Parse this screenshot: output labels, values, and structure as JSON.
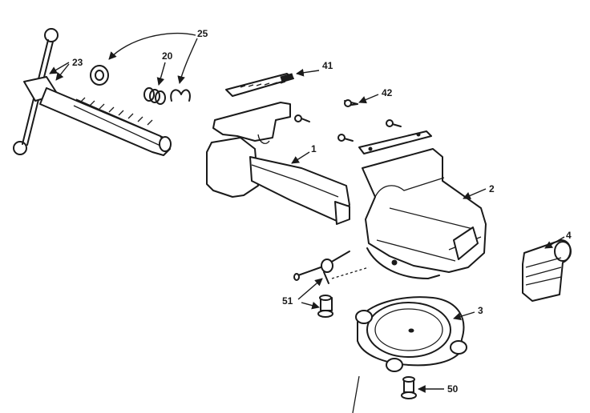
{
  "callouts": {
    "c23": "23",
    "c25": "25",
    "c20": "20",
    "c41": "41",
    "c42": "42",
    "c1": "1",
    "c2": "2",
    "c4": "4",
    "c51": "51",
    "c3": "3",
    "c50": "50"
  }
}
